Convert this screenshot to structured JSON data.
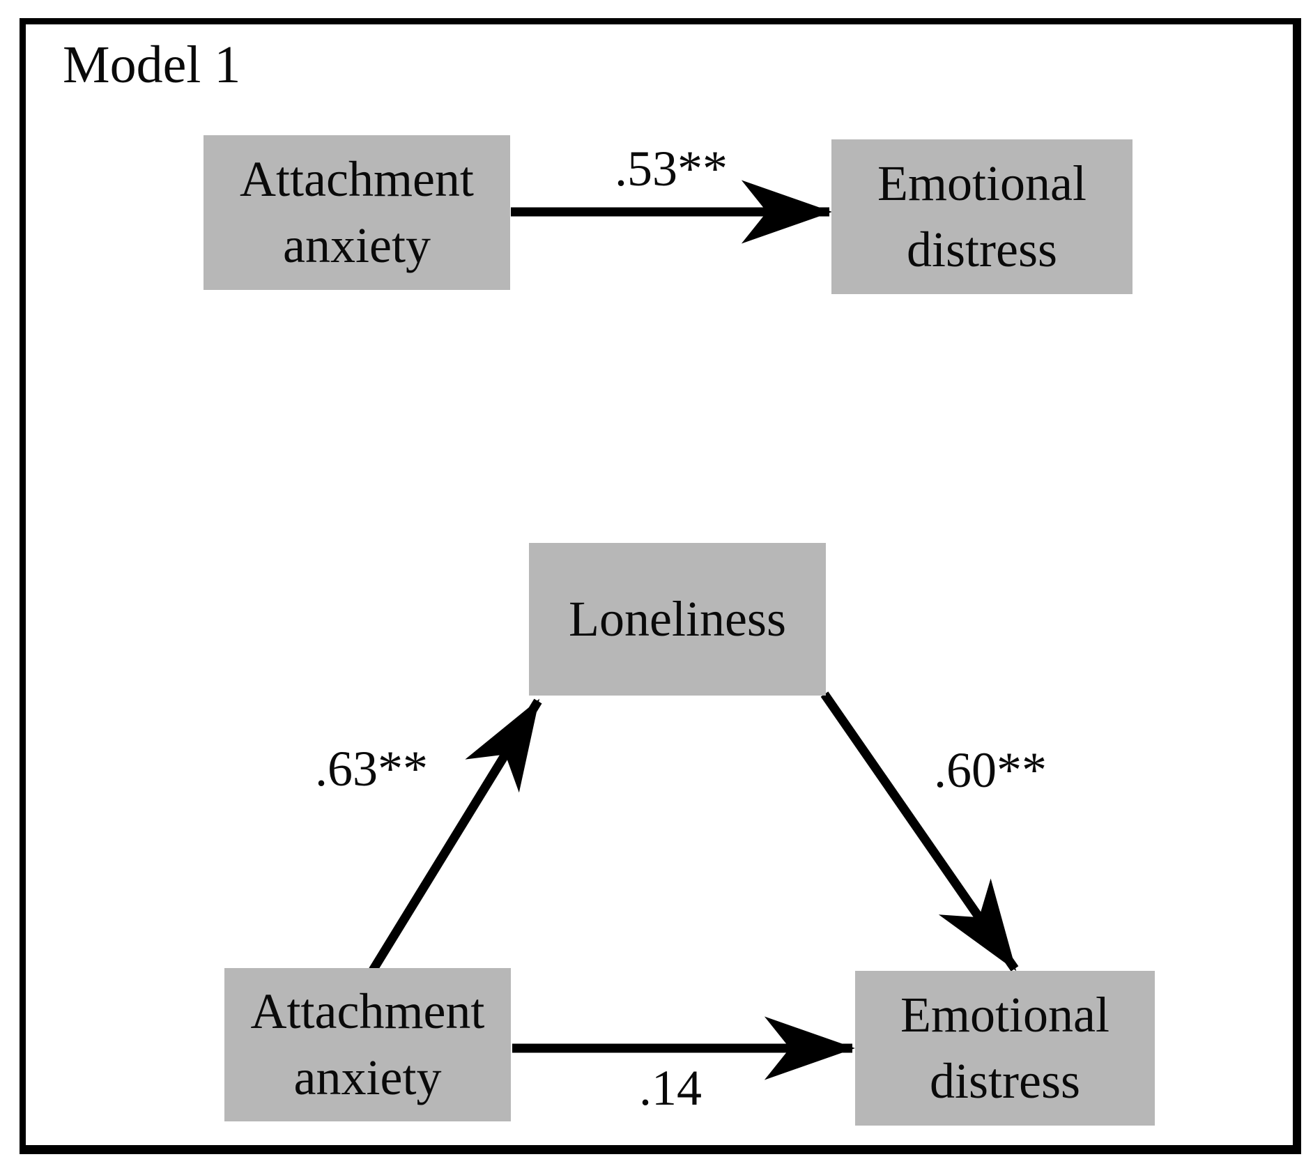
{
  "figure": {
    "title": "Model 1",
    "type": "mediation-path-diagram",
    "colors": {
      "background": "#ffffff",
      "frame_border": "#000000",
      "node_fill": "#b7b7b7",
      "node_text": "#0a0a0a",
      "arrow": "#000000"
    },
    "top_model": {
      "predictor_label": "Attachment\nanxiety",
      "outcome_label": "Emotional\ndistress",
      "direct_path_coefficient": ".53**"
    },
    "mediation_model": {
      "predictor_label": "Attachment\nanxiety",
      "mediator_label": "Loneliness",
      "outcome_label": "Emotional\ndistress",
      "a_path_coefficient": ".63**",
      "b_path_coefficient": ".60**",
      "c_path_coefficient": ".14"
    }
  }
}
